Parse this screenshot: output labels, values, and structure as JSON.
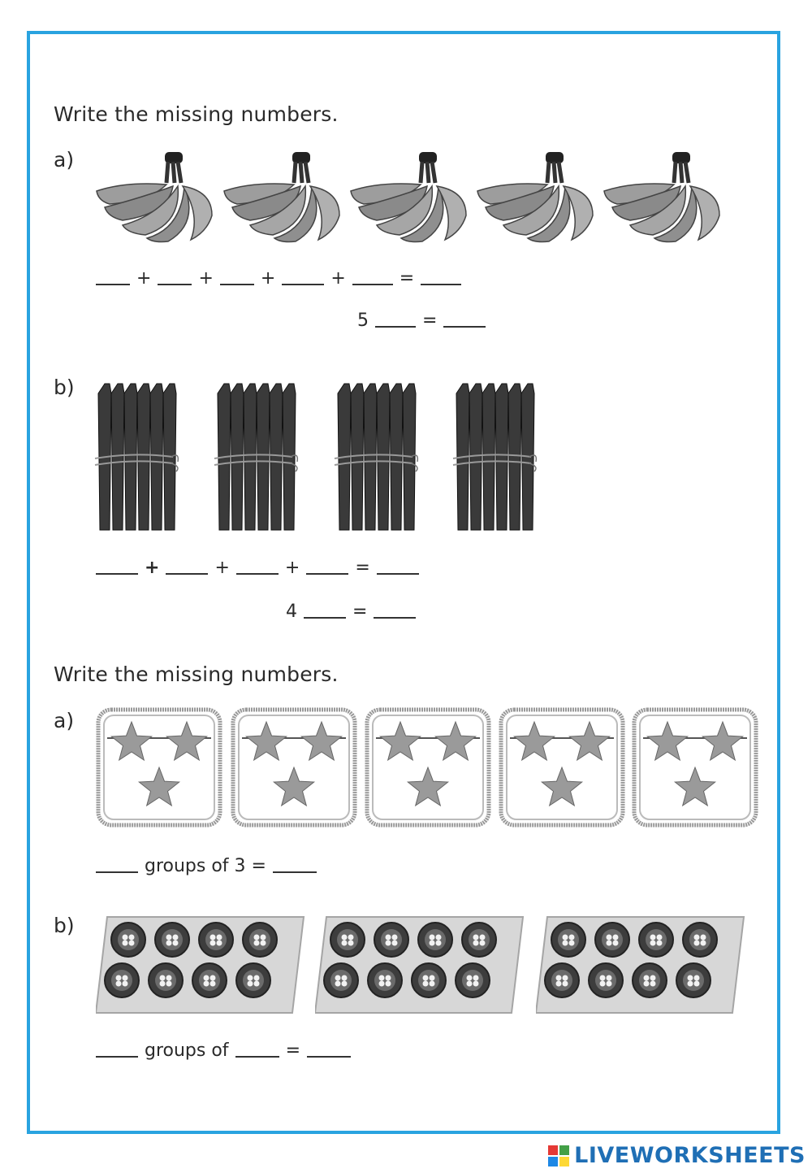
{
  "sections": [
    {
      "instruction": "Write the missing numbers.",
      "parts": [
        {
          "label": "a)",
          "picture": "bunch-of-bananas",
          "count_pictures": 5,
          "addition_ops": [
            "+",
            "+",
            "+",
            "+",
            "="
          ],
          "multiplication_prefix": "5",
          "multiplication_eq": "="
        },
        {
          "label": "b)",
          "picture": "bundle-of-sticks",
          "count_pictures": 4,
          "addition_ops": [
            "+",
            "+",
            "+",
            "="
          ],
          "multiplication_prefix": "4",
          "multiplication_eq": "="
        }
      ]
    },
    {
      "instruction": "Write the missing numbers.",
      "parts": [
        {
          "label": "a)",
          "picture": "box-of-three-stars",
          "count_pictures": 5,
          "sentence": {
            "middle": "groups of 3 ="
          }
        },
        {
          "label": "b)",
          "picture": "tray-of-eight-nests",
          "count_pictures": 3,
          "sentence": {
            "middle": "groups of",
            "end": "="
          }
        }
      ]
    }
  ],
  "footer": {
    "brand": "LIVEWORKSHEETS",
    "logo_colors": [
      "#e53935",
      "#43a047",
      "#1e88e5",
      "#fdd835"
    ]
  }
}
